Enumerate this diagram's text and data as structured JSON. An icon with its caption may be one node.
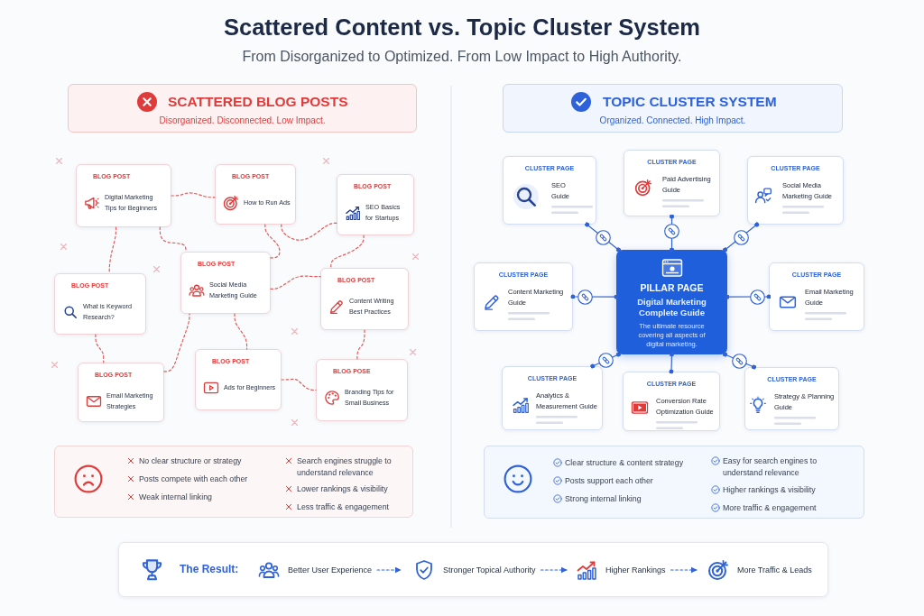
{
  "diagram": {
    "title": "Scattered Content vs. Topic Cluster System",
    "nodes": [
      {
        "text": [
          "SCATTERED BLOG POSTS",
          "Disorganized. Disconnected. Low Impact."
        ]
      },
      {
        "text": [
          "TOPIC CLUSTER SYSTEM",
          "Organized. Connected. High Impact."
        ]
      },
      {
        "text": [
          "BLOG POST",
          "Digital Marketing Tips for Beginners"
        ]
      },
      {
        "text": [
          "BLOG POST",
          "How to Run Ads"
        ]
      },
      {
        "text": [
          "BLOG POST",
          "SEO Basics for Startups"
        ]
      },
      {
        "text": [
          "BLOG POST",
          "What is Keyword Research?"
        ]
      },
      {
        "text": [
          "BLOG POST",
          "Social Media Marketing Guide"
        ]
      },
      {
        "text": [
          "BLOG POST",
          "Content Writing Best Practices"
        ]
      },
      {
        "text": [
          "BLOG POST",
          "Email Marketing Strategies"
        ]
      },
      {
        "text": [
          "BLOG POST",
          "Ads for Beginners"
        ]
      },
      {
        "text": [
          "BLOG POSE",
          "Branding Tips for Small Business"
        ]
      },
      {
        "text": [
          "CLUSTER PAGE",
          "SEO Guide"
        ]
      },
      {
        "text": [
          "CLUSTER PAGE",
          "Paid Advertising Guide"
        ]
      },
      {
        "text": [
          "CLUSTER PAGE",
          "Social Media Marketing Guide"
        ]
      },
      {
        "text": [
          "CLUSTER PAGE",
          "Content Marketing Guide"
        ]
      },
      {
        "text": [
          "PILLAR PAGE",
          "Digital Marketing Complete Guide",
          "The ultimate resource covering all aspects of digital marketing."
        ]
      },
      {
        "text": [
          "CLUSTER PAGE",
          "Email Marketing Guide"
        ]
      },
      {
        "text": [
          "CLUSTER PAGE",
          "Analytics & Measurement Guide"
        ]
      },
      {
        "text": [
          "CLUSTER PAGE",
          "Conversion Rate Optimization Guide"
        ]
      },
      {
        "text": [
          "CLUSTER PAGE",
          "Strategy & Planning Guide"
        ]
      },
      {
        "text": [
          "No clear structure or strategy",
          "Posts compete with each other",
          "Weak internal linking",
          "Search engines struggle to understand relevance",
          "Lower rankings & visibility",
          "Less traffic & engagement"
        ]
      },
      {
        "text": [
          "Clear structure & content strategy",
          "Posts support each other",
          "Strong internal linking",
          "Easy for search engines to understand relevance",
          "Higher rankings & visibility",
          "More traffic & engagement"
        ]
      },
      {
        "text": [
          "The Result:"
        ]
      },
      {
        "text": [
          "Better User Experience"
        ],
        "in": 22
      },
      {
        "text": [
          "Stronger Topical Authority"
        ],
        "in": 22
      },
      {
        "text": [
          "Higher Rankings"
        ],
        "in": 22
      },
      {
        "text": [
          "More Traffic & Leads"
        ],
        "in": 22
      }
    ],
    "edges": [
      {
        "from": 2,
        "to": 3,
        "arrow": "none",
        "style": "dashed"
      },
      {
        "from": 2,
        "to": 5,
        "arrow": "none",
        "style": "dashed"
      },
      {
        "from": 2,
        "to": 6,
        "arrow": "none",
        "style": "dashed"
      },
      {
        "from": 3,
        "to": 6,
        "arrow": "none",
        "style": "dashed"
      },
      {
        "from": 3,
        "to": 4,
        "arrow": "none",
        "style": "dashed"
      },
      {
        "from": 4,
        "to": 7,
        "arrow": "none",
        "style": "dashed"
      },
      {
        "from": 6,
        "to": 7,
        "arrow": "none",
        "style": "dashed"
      },
      {
        "from": 5,
        "to": 8,
        "arrow": "none",
        "style": "dashed"
      },
      {
        "from": 8,
        "to": 6,
        "arrow": "none",
        "style": "dashed"
      },
      {
        "from": 6,
        "to": 9,
        "arrow": "none",
        "style": "dashed"
      },
      {
        "from": 9,
        "to": 10,
        "arrow": "none",
        "style": "dashed"
      },
      {
        "from": 7,
        "to": 10,
        "arrow": "none",
        "style": "dashed"
      },
      {
        "from": 15,
        "to": 11,
        "arrow": "other",
        "color": "#2f62d8"
      },
      {
        "from": 15,
        "to": 12,
        "arrow": "other",
        "color": "#2f62d8"
      },
      {
        "from": 15,
        "to": 13,
        "arrow": "other",
        "color": "#2f62d8"
      },
      {
        "from": 15,
        "to": 14,
        "arrow": "other",
        "color": "#2f62d8"
      },
      {
        "from": 15,
        "to": 16,
        "arrow": "other",
        "color": "#2f62d8"
      },
      {
        "from": 15,
        "to": 17,
        "arrow": "other",
        "color": "#2f62d8"
      },
      {
        "from": 15,
        "to": 18,
        "arrow": "other",
        "color": "#2f62d8"
      },
      {
        "from": 15,
        "to": 19,
        "arrow": "other",
        "color": "#2f62d8"
      },
      {
        "from": 23,
        "to": 24,
        "arrow": "to",
        "style": "dashed",
        "color": "#2f62d8"
      },
      {
        "from": 24,
        "to": 25,
        "arrow": "to",
        "style": "dashed",
        "color": "#2f62d8"
      },
      {
        "from": 25,
        "to": 26,
        "arrow": "to",
        "style": "dashed",
        "color": "#2f62d8"
      }
    ],
    "labels": [
      "From Disorganized to Optimized. From Low Impact to High Authority."
    ]
  }
}
